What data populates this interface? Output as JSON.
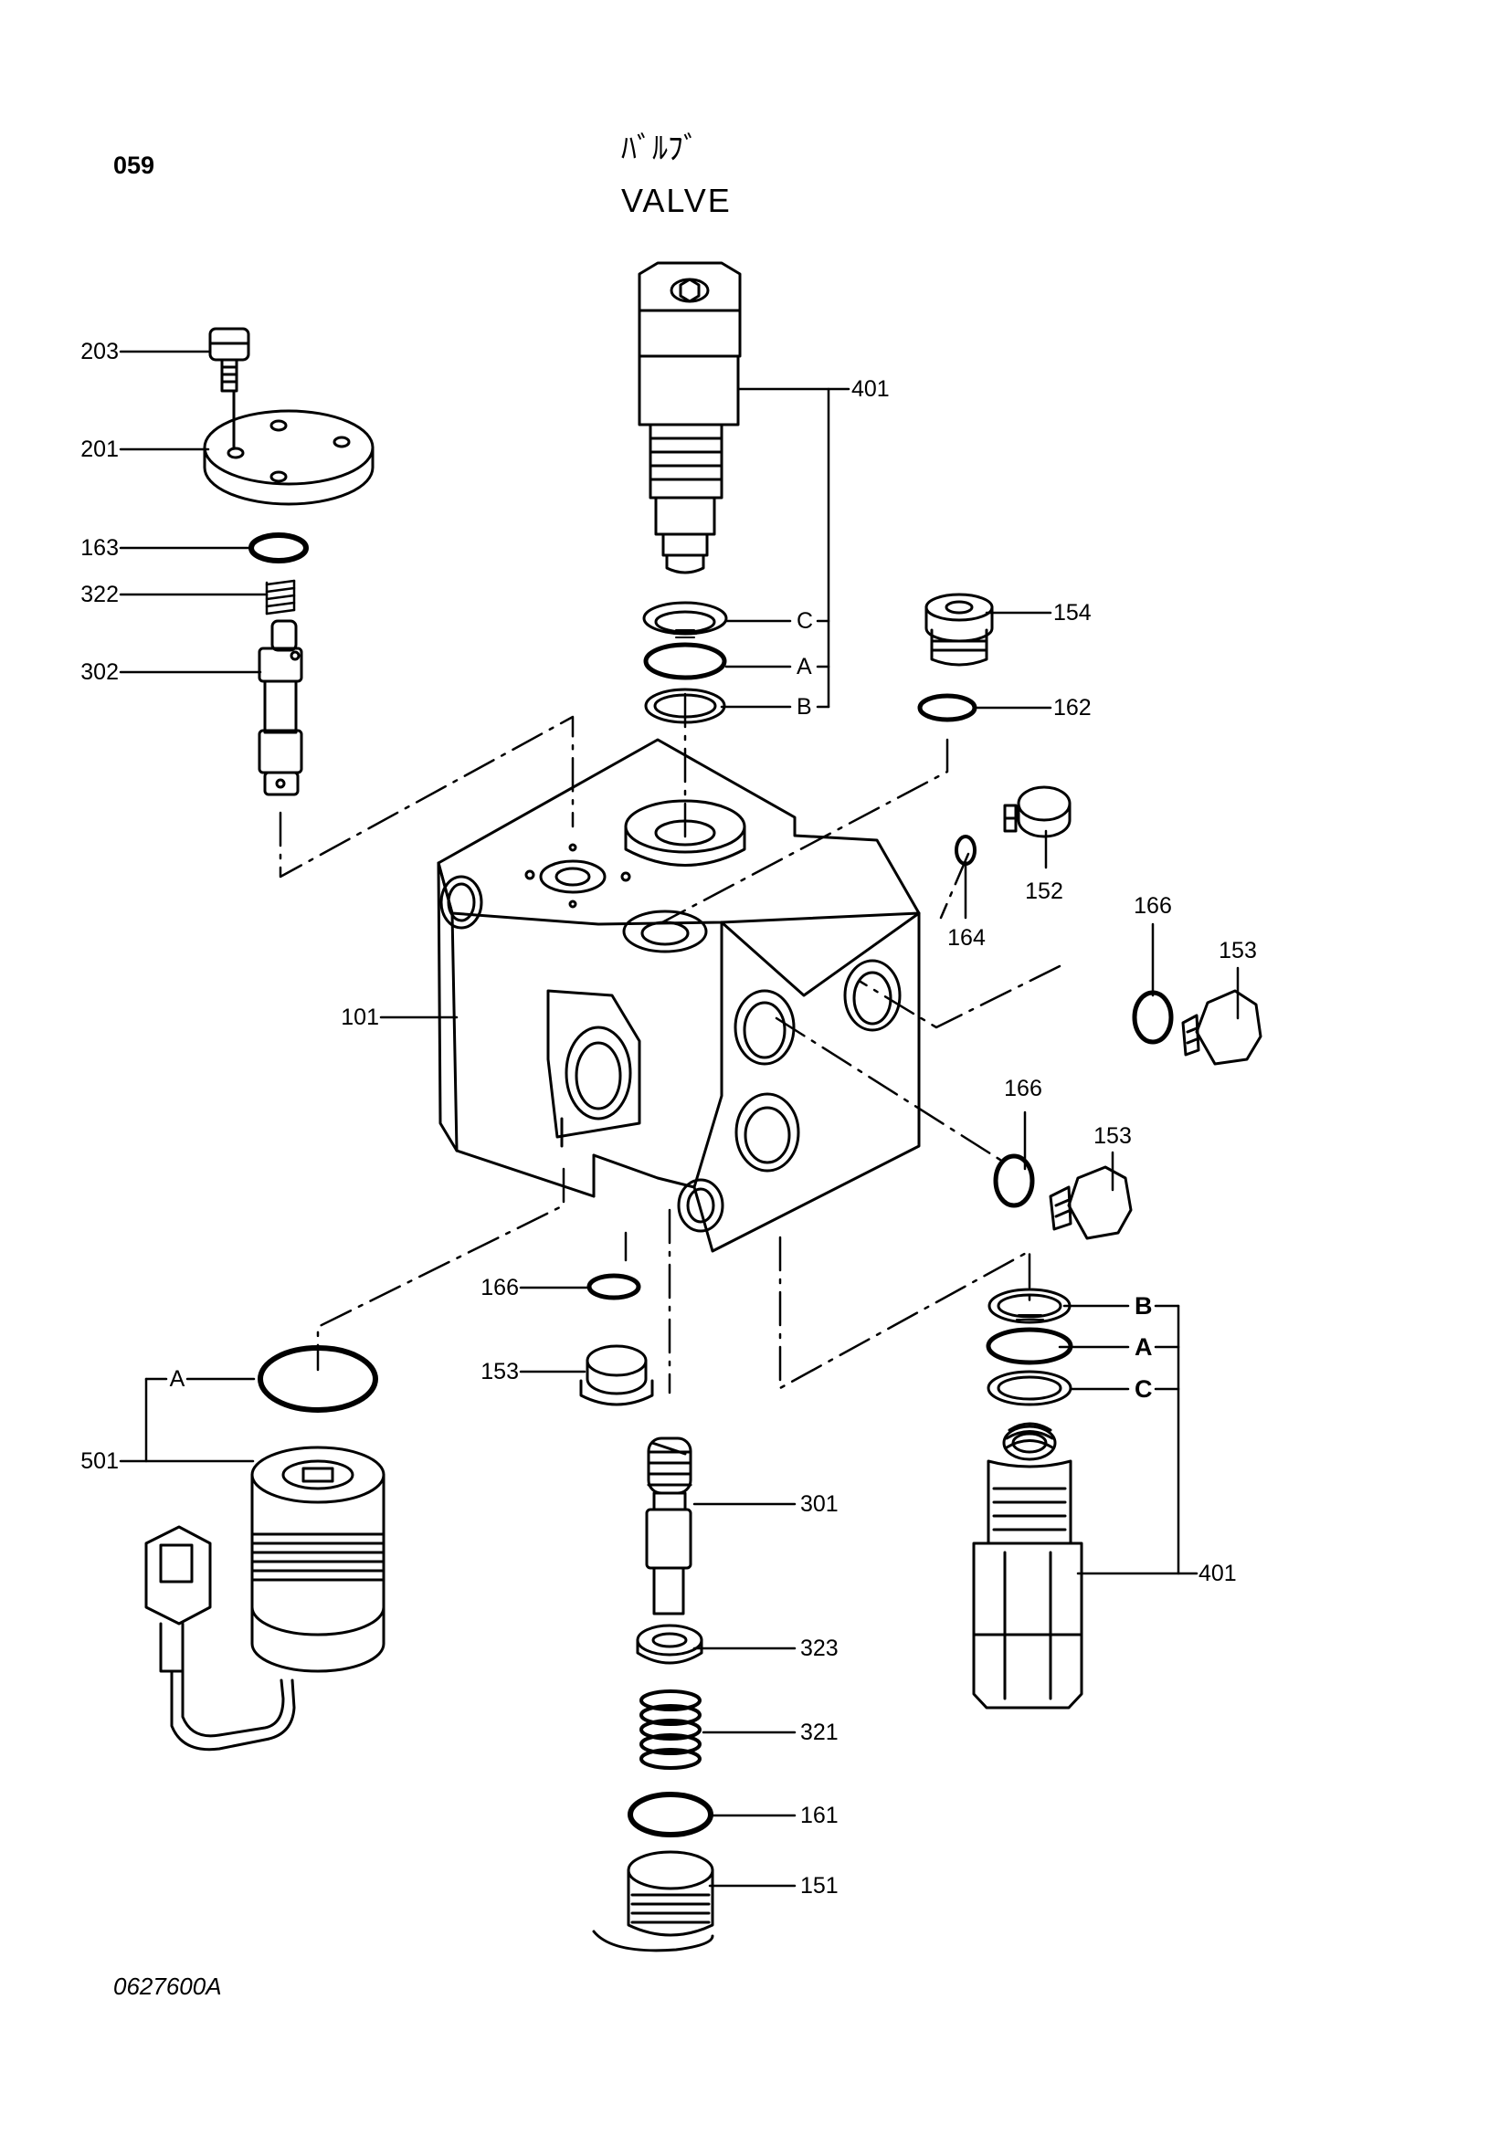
{
  "header": {
    "page_number": "059",
    "title_jp": "ﾊﾞﾙﾌﾞ",
    "title_en": "VALVE"
  },
  "footer": {
    "drawing_code": "0627600A"
  },
  "callouts": {
    "c203": "203",
    "c201": "201",
    "c163": "163",
    "c322": "322",
    "c302": "302",
    "c101": "101",
    "c166_left": "166",
    "c153_left": "153",
    "c501": "501",
    "c501_a": "A",
    "c401_top": "401",
    "c401_c": "C",
    "c401_a": "A",
    "c401_b": "B",
    "c154": "154",
    "c162": "162",
    "c152": "152",
    "c164": "164",
    "c166_r1": "166",
    "c153_r1": "153",
    "c166_r2": "166",
    "c153_r2": "153",
    "c401_bottom": "401",
    "c401b_b": "B",
    "c401b_a": "A",
    "c401b_c": "C",
    "c301": "301",
    "c323": "323",
    "c321": "321",
    "c161": "161",
    "c151": "151"
  }
}
